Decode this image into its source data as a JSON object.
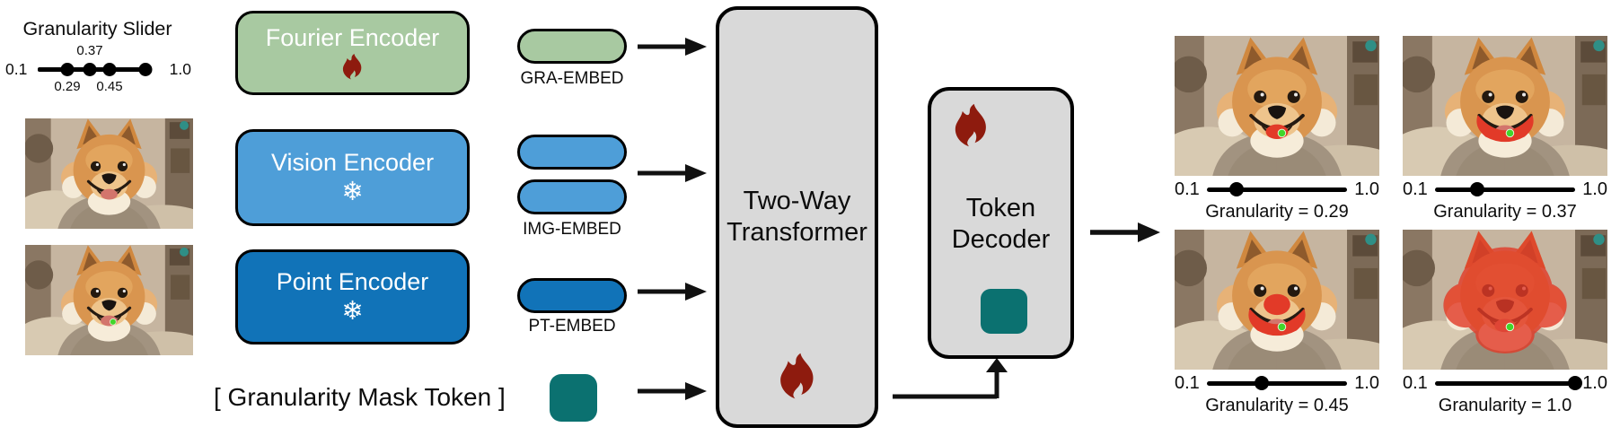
{
  "palette": {
    "green": "#a8c9a1",
    "blue_light": "#4e9ed8",
    "blue_dark": "#1173b8",
    "teal": "#0b7170",
    "gray": "#d9d9d9",
    "fire": "#8e1b0e",
    "mask_red": "#e23a28",
    "point_green": "#41d62b",
    "ink": "#0c0c0c"
  },
  "granularity_slider": {
    "title": "Granularity Slider",
    "min_label": "0.1",
    "max_label": "1.0",
    "mark_above": "0.37",
    "mark_below_left": "0.29",
    "mark_below_right": "0.45"
  },
  "encoders": [
    {
      "label": "Fourier Encoder",
      "state": "trainable"
    },
    {
      "label": "Vision Encoder",
      "state": "frozen"
    },
    {
      "label": "Point Encoder",
      "state": "frozen"
    }
  ],
  "embeds": {
    "gra": "GRA-EMBED",
    "img": "IMG-EMBED",
    "pt": "PT-EMBED"
  },
  "mask_token_label": "[ Granularity Mask Token ]",
  "transformer": {
    "line1": "Two-Way",
    "line2": "Transformer",
    "state": "trainable"
  },
  "decoder": {
    "line1": "Token",
    "line2": "Decoder",
    "state": "trainable"
  },
  "icons": {
    "snowflake_glyph": "❄"
  },
  "inputs": [
    {
      "name": "input-image",
      "variant": "none"
    },
    {
      "name": "point-prompt-image",
      "variant": "point"
    }
  ],
  "output_slider": {
    "min_label": "0.1",
    "max_label": "1.0"
  },
  "outputs": [
    {
      "caption": "Granularity = 0.29",
      "value": 0.29,
      "mask": "tongue"
    },
    {
      "caption": "Granularity = 0.37",
      "value": 0.37,
      "mask": "mouth"
    },
    {
      "caption": "Granularity = 0.45",
      "value": 0.45,
      "mask": "nose-mouth"
    },
    {
      "caption": "Granularity = 1.0",
      "value": 1.0,
      "mask": "full"
    }
  ]
}
